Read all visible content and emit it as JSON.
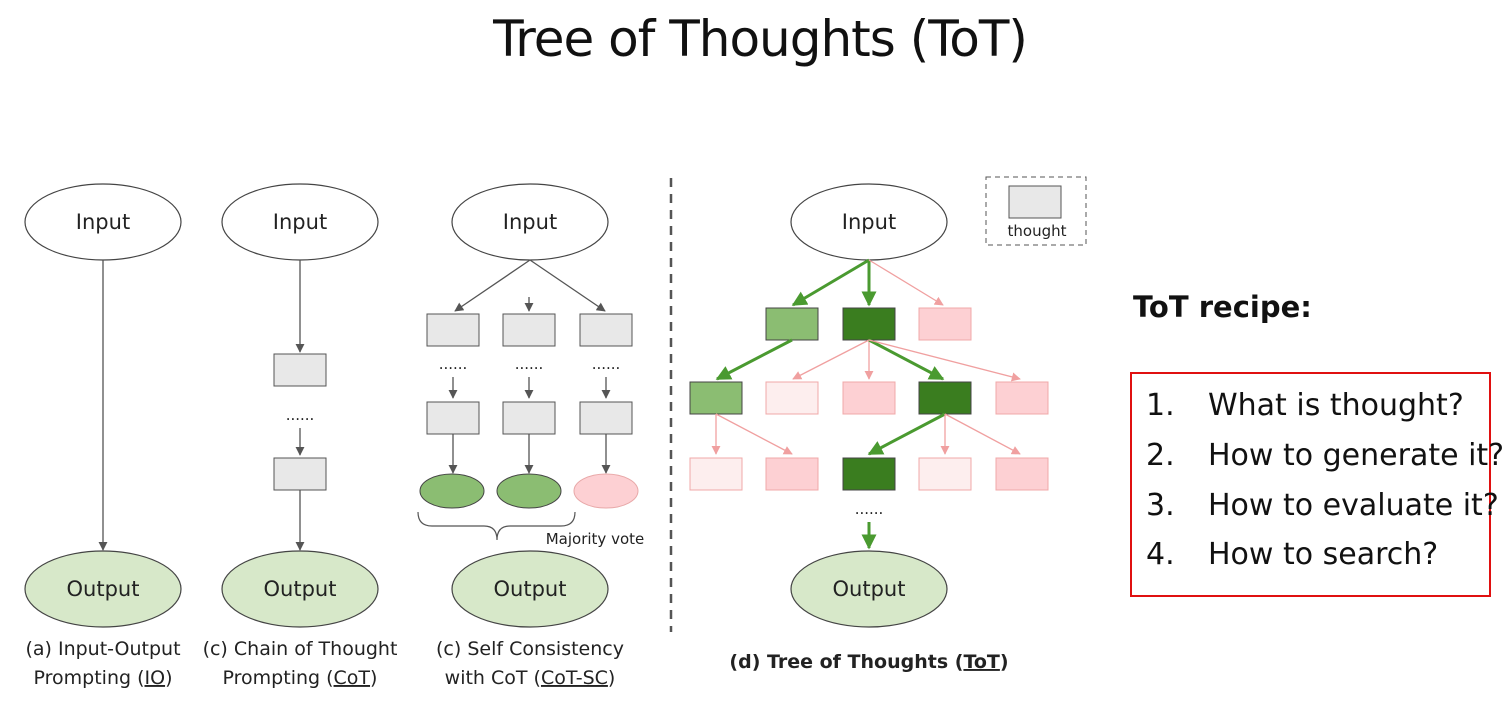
{
  "title": "Tree of Thoughts (ToT)",
  "diagram": {
    "input_label": "Input",
    "output_label": "Output",
    "ellipsis": "......",
    "legend_label": "thought",
    "majority_vote": "Majority vote",
    "captions": {
      "io": {
        "line1": "(a) Input-Output",
        "line2_prefix": "Prompting (",
        "line2_link": "IO",
        "line2_suffix": ")"
      },
      "cot": {
        "line1": "(c) Chain of Thought",
        "line2_prefix": "Prompting (",
        "line2_link": "CoT",
        "line2_suffix": ")"
      },
      "cotsc": {
        "line1": "(c) Self Consistency",
        "line2_prefix": "with CoT (",
        "line2_link": "CoT-SC",
        "line2_suffix": ")"
      },
      "tot": {
        "prefix": "(d) Tree of Thoughts (",
        "link": "ToT",
        "suffix": ")"
      }
    },
    "colors": {
      "grey_box": "#e8e8e8",
      "light_green": "#8bbd72",
      "dark_green": "#3a7d1f",
      "pink": "#fdd0d3",
      "light_pink": "#fdeeee",
      "output_green": "#d7e8c9",
      "green_arrow": "#4a9a30",
      "pink_arrow": "#f0a0a0"
    }
  },
  "recipe": {
    "title": "ToT recipe:",
    "items": [
      {
        "num": "1.",
        "text": "What is thought?"
      },
      {
        "num": "2.",
        "text": "How to generate it?"
      },
      {
        "num": "3.",
        "text": "How to evaluate it?"
      },
      {
        "num": "4.",
        "text": "How to search?"
      }
    ]
  }
}
